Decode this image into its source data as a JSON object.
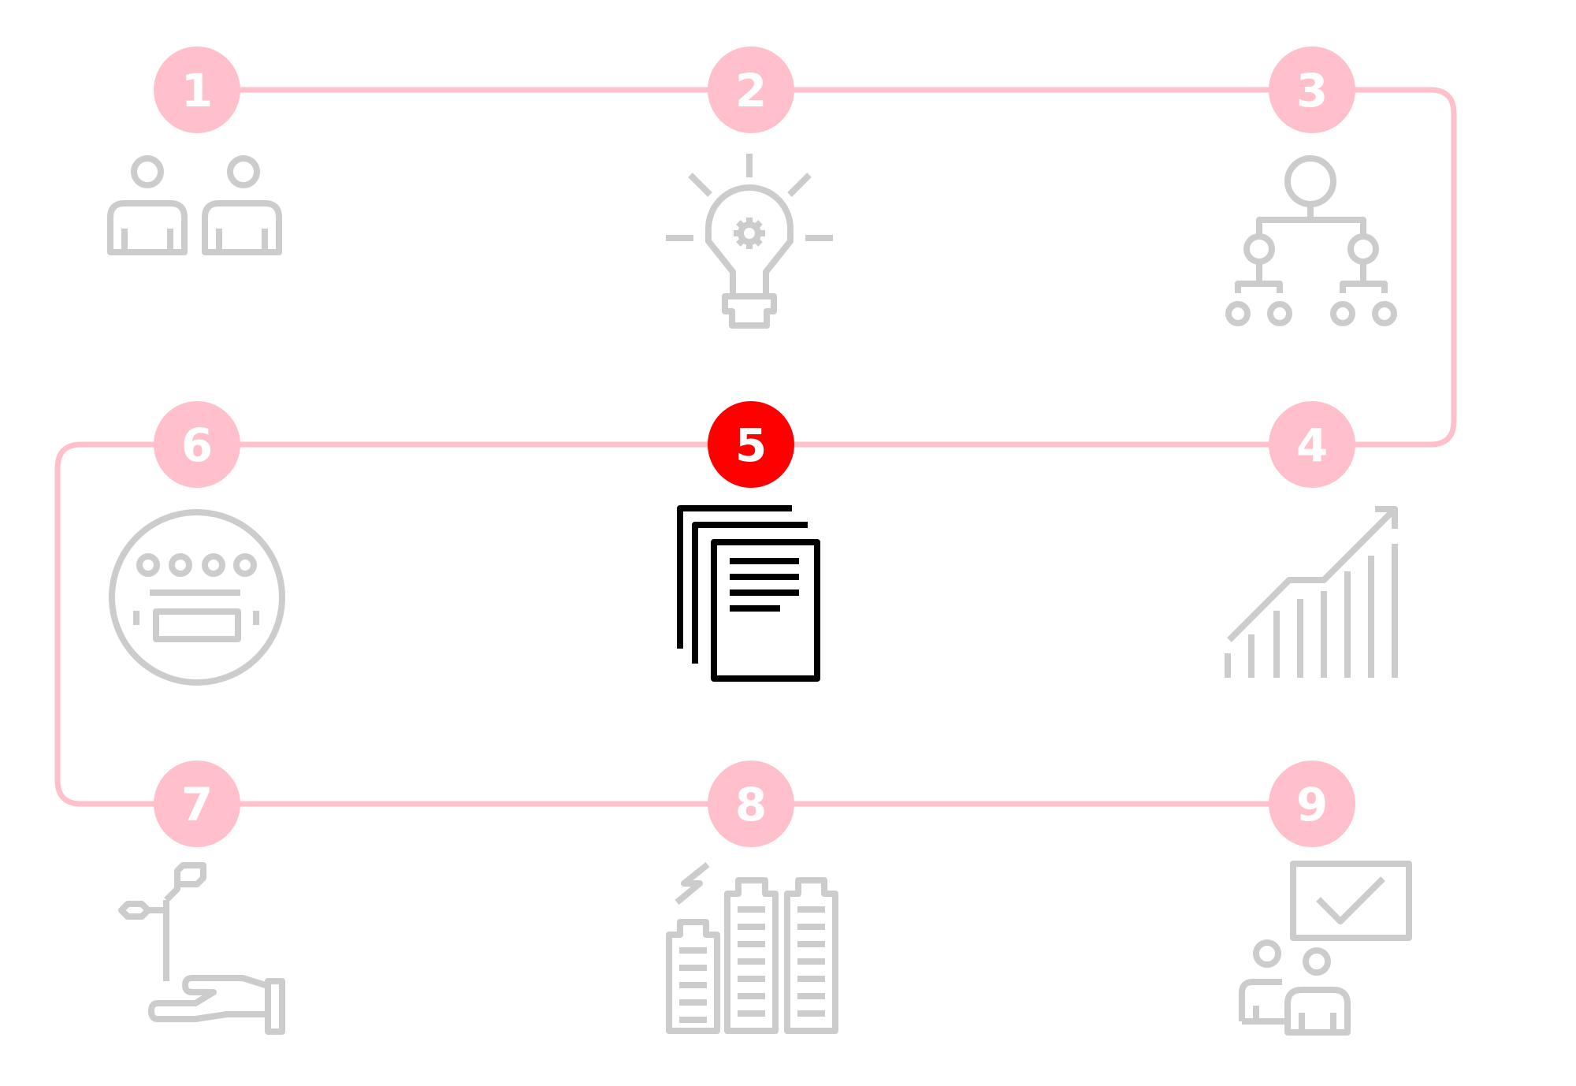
{
  "colors": {
    "path": "#ffc0cb",
    "step_inactive": "#ffc0cb",
    "step_active": "#ff0000",
    "icon_inactive": "#cccccc",
    "icon_active": "#000000"
  },
  "steps": [
    {
      "label": "1",
      "icon": "people-icon",
      "active": false
    },
    {
      "label": "2",
      "icon": "lightbulb-gear-icon",
      "active": false
    },
    {
      "label": "3",
      "icon": "org-chart-icon",
      "active": false
    },
    {
      "label": "4",
      "icon": "growth-chart-icon",
      "active": false
    },
    {
      "label": "5",
      "icon": "documents-icon",
      "active": true
    },
    {
      "label": "6",
      "icon": "meter-icon",
      "active": false
    },
    {
      "label": "7",
      "icon": "hand-plant-icon",
      "active": false
    },
    {
      "label": "8",
      "icon": "batteries-icon",
      "active": false
    },
    {
      "label": "9",
      "icon": "presentation-icon",
      "active": false
    }
  ]
}
